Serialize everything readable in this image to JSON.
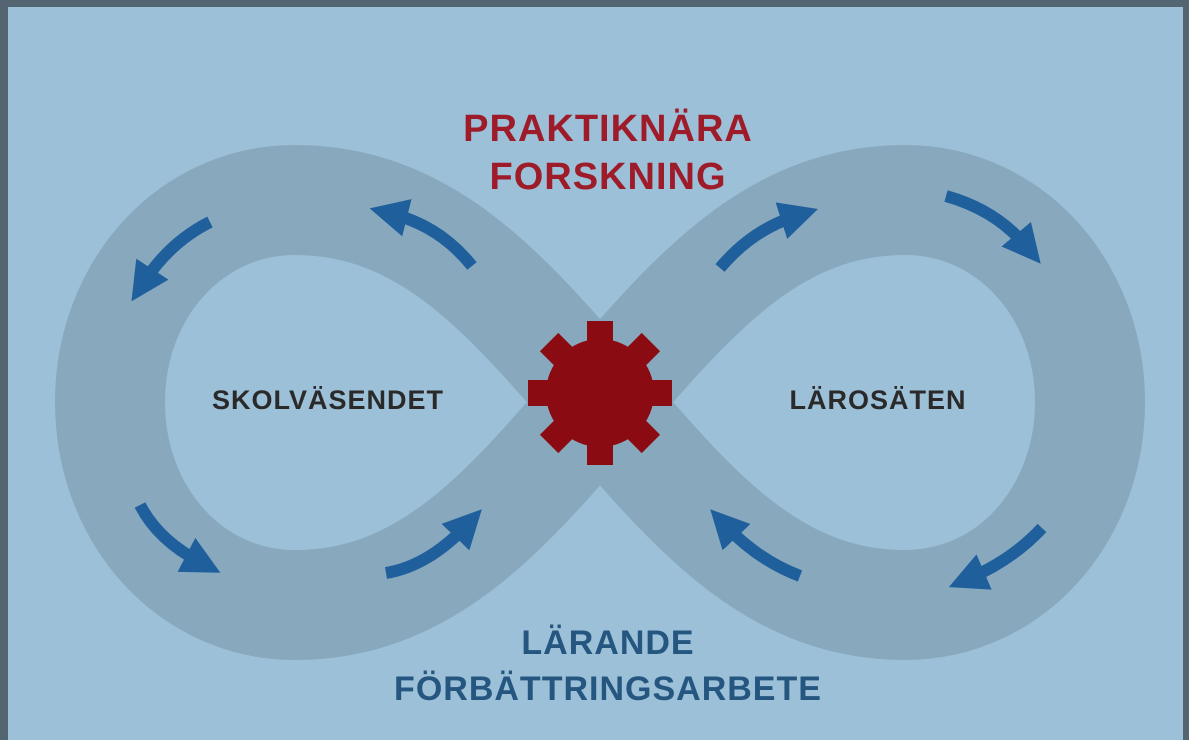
{
  "diagram": {
    "title_top": {
      "line1": "PRAKTIKNÄRA",
      "line2": "FORSKNING"
    },
    "left_loop_label": "SKOLVÄSENDET",
    "right_loop_label": "LÄROSÄTEN",
    "title_bottom": {
      "line1": "LÄRANDE",
      "line2": "FÖRBÄTTRINGSARBETE"
    },
    "colors": {
      "background": "#9cc0d8",
      "border": "#546572",
      "loop_band": "#88a9bd",
      "arrows": "#1f5f9c",
      "gear": "#8a0c12",
      "top_title": "#9e1c2a",
      "bottom_title": "#24567f",
      "loop_labels": "#2a2a2a"
    },
    "icons": [
      "gear-icon",
      "arrow-icon"
    ]
  }
}
